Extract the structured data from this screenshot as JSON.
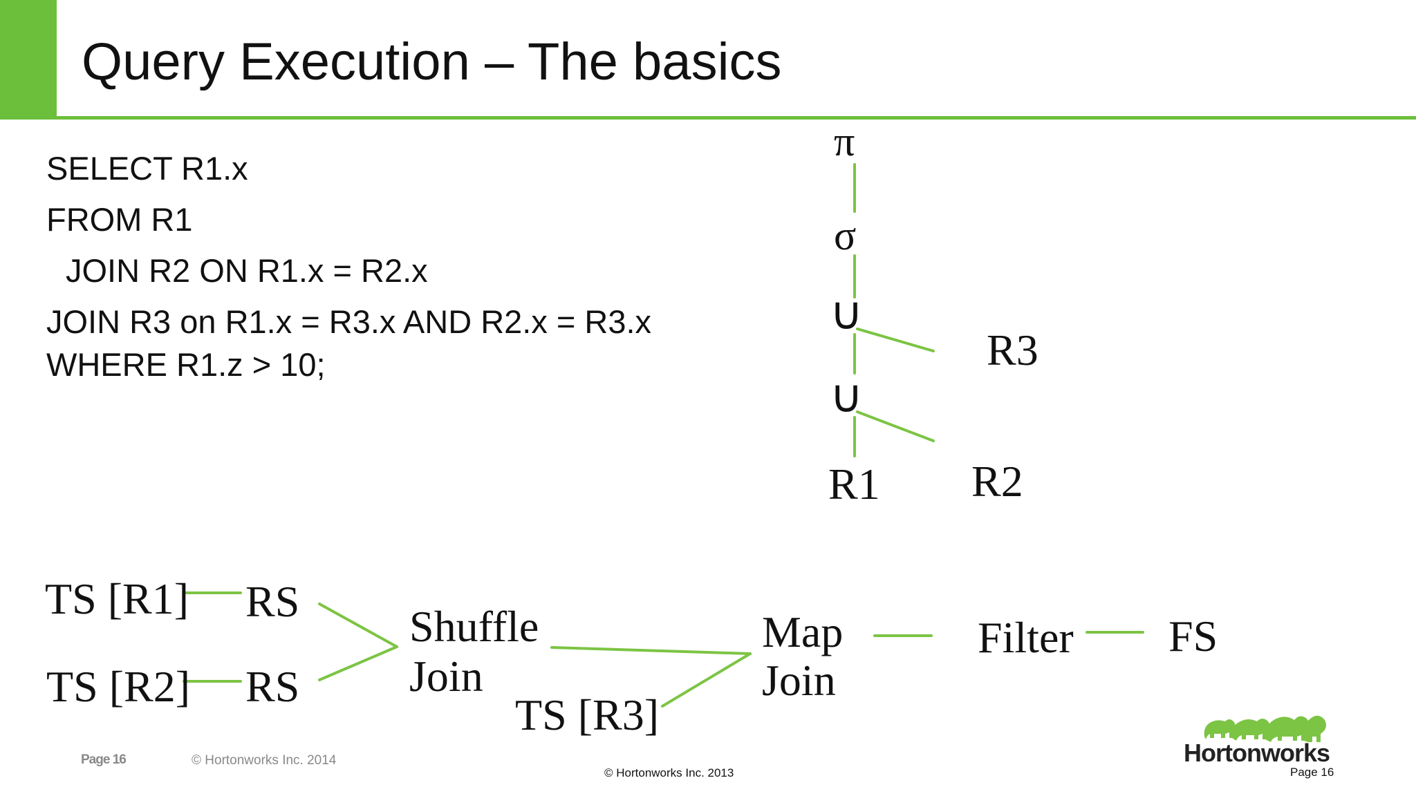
{
  "slide": {
    "title": "Query Execution – The basics",
    "accent_color": "#6cbf3b"
  },
  "sql": {
    "line1": "SELECT R1.x",
    "line2": "FROM R1",
    "line3": "JOIN  R2 ON R1.x = R2.x",
    "line4": "JOIN R3 on R1.x = R3.x AND R2.x = R3.x",
    "line5": "WHERE R1.z > 10;"
  },
  "algebra_tree": {
    "projection": "π",
    "selection": "σ",
    "join_symbol": "∪",
    "r3": "R3",
    "r2": "R2",
    "r1": "R1"
  },
  "operator_plan": {
    "ts_r1": "TS [R1]",
    "ts_r2": "TS [R2]",
    "rs": "RS",
    "shuffle_join_line1": "Shuffle",
    "shuffle_join_line2": "Join",
    "ts_r3": "TS [R3]",
    "map_join_line1": "Map",
    "map_join_line2": "Join",
    "filter": "Filter",
    "fs": "FS"
  },
  "footer": {
    "page_small": "Page 16",
    "copyright_2014": "© Hortonworks Inc. 2014",
    "copyright_2013": "© Hortonworks Inc. 2013",
    "page_right": "Page 16",
    "logo_name": "Hortonworks"
  }
}
